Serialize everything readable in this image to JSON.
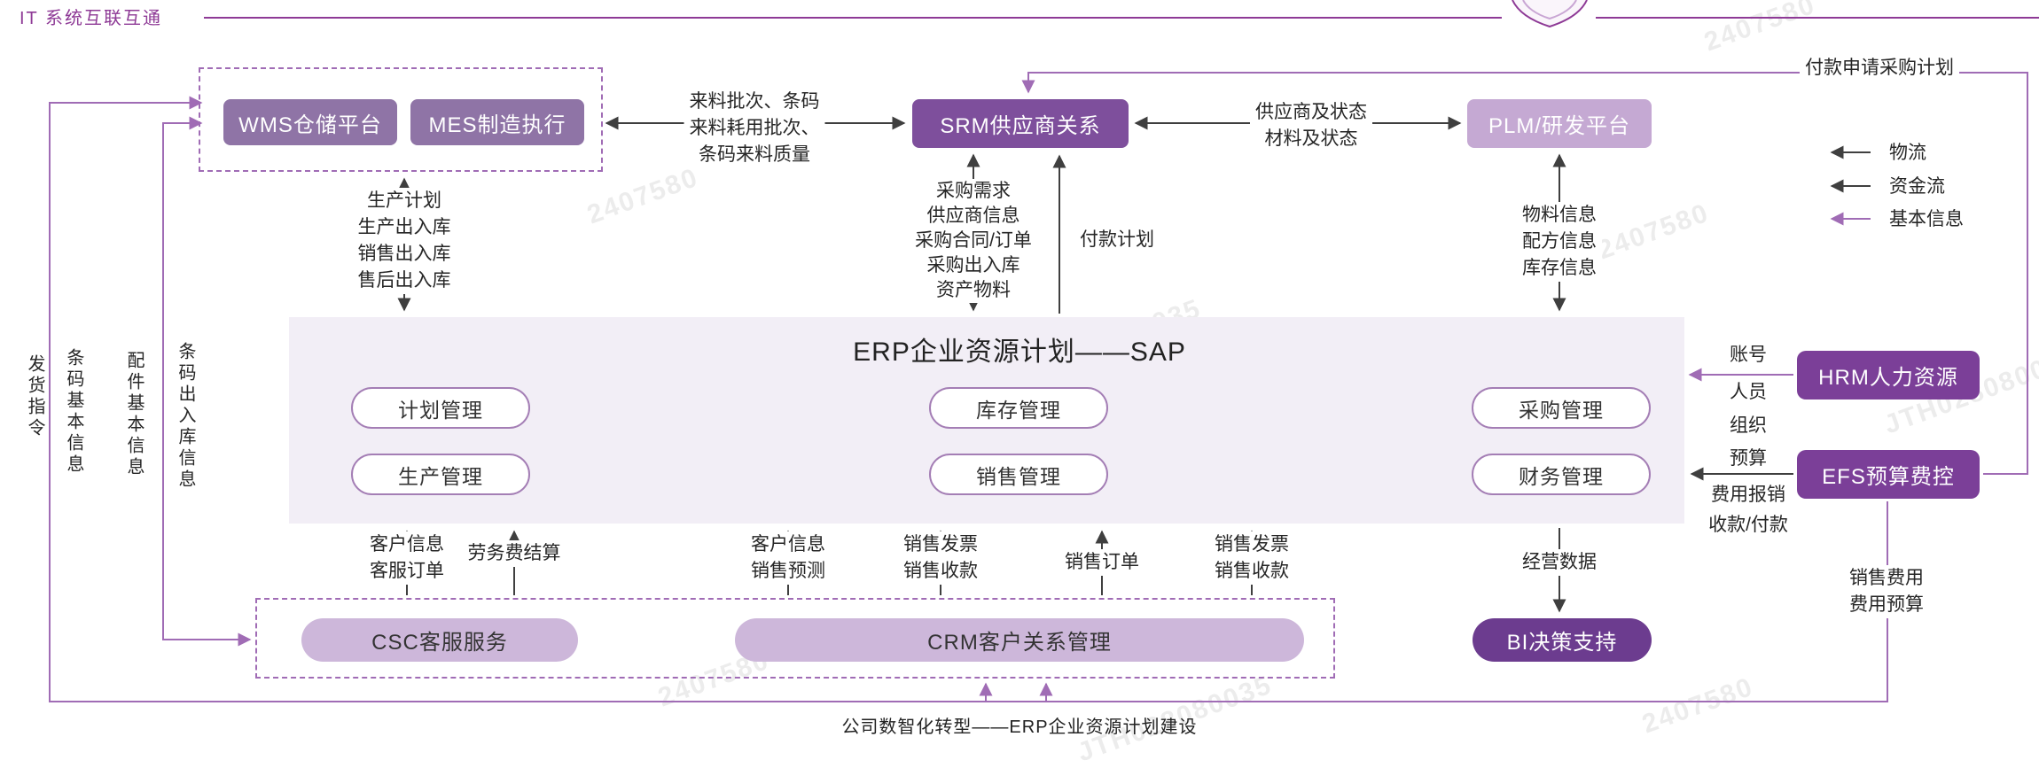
{
  "page": {
    "title": "IT 系统互联互通",
    "caption": "公司数智化转型——ERP企业资源计划建设",
    "watermark_a": "2407580",
    "watermark_b": "JTH028080035"
  },
  "colors": {
    "accent": "#8E3A96",
    "flow_material": "#3f3f3f",
    "flow_money": "#3f3f3f",
    "flow_info": "#A06CB5"
  },
  "systems": {
    "wms": "WMS仓储平台",
    "mes": "MES制造执行",
    "srm": "SRM供应商关系",
    "plm": "PLM/研发平台",
    "hrm": "HRM人力资源",
    "efs": "EFS预算费控",
    "csc": "CSC客服服务",
    "crm": "CRM客户关系管理",
    "bi": "BI决策支持"
  },
  "erp": {
    "title": "ERP企业资源计划——SAP",
    "modules": [
      "计划管理",
      "生产管理",
      "库存管理",
      "销售管理",
      "采购管理",
      "财务管理"
    ]
  },
  "flows": {
    "wms_srm": [
      "来料批次、条码",
      "来料耗用批次、",
      "条码来料质量"
    ],
    "srm_plm": [
      "供应商及状态",
      "材料及状态"
    ],
    "wms_erp": [
      "生产计划",
      "生产出入库",
      "销售出入库",
      "售后出入库"
    ],
    "srm_erp": [
      "采购需求",
      "供应商信息",
      "采购合同/订单",
      "采购出入库",
      "资产物料"
    ],
    "payment_plan": "付款计划",
    "plm_erp": [
      "物料信息",
      "配方信息",
      "库存信息"
    ],
    "hrm_erp": [
      "账号",
      "人员",
      "组织"
    ],
    "efs_erp": [
      "预算",
      "费用报销",
      "收款/付款"
    ],
    "csc_erp": [
      "客户信息",
      "客服订单"
    ],
    "labor_fee": "劳务费结算",
    "crm_erp_info": [
      "客户信息",
      "销售预测"
    ],
    "crm_erp_invoice_l": [
      "销售发票",
      "销售收款"
    ],
    "sales_order": "销售订单",
    "crm_erp_invoice_r": [
      "销售发票",
      "销售收款"
    ],
    "erp_bi": "经营数据",
    "efs_crm": [
      "销售费用",
      "费用预算"
    ],
    "payment_request": "付款申请采购计划",
    "left_outer": [
      "发货指令",
      "条码基本信息"
    ],
    "left_inner": [
      "配件基本信息",
      "条码出入库信息"
    ]
  },
  "legend": [
    "物流",
    "资金流",
    "基本信息"
  ]
}
